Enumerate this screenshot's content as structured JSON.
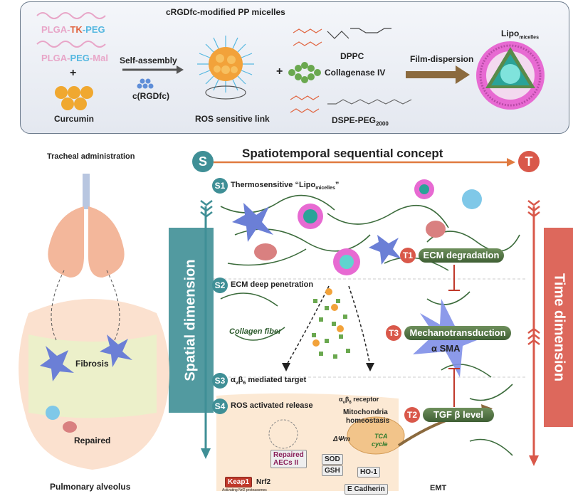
{
  "top_panel": {
    "polymer_1": {
      "a": "PLGA",
      "b": "TK",
      "c": "PEG"
    },
    "polymer_2": {
      "a": "PLGA",
      "b": "PEG",
      "c": "Mal"
    },
    "plus": "+",
    "curcumin": "Curcumin",
    "self_assembly": "Self-assembly",
    "peptide": "c(RGDfc)",
    "micelles_title": "cRGDfc-modified PP micelles",
    "ros_link": "ROS sensitive link",
    "dppc": "DPPC",
    "collagenase": "Collagenase IV",
    "dspe": "DSPE-PEG",
    "dspe_sub": "2000",
    "film_dispersion": "Film-dispersion",
    "lipo": "Lipo",
    "lipo_sub": "micelles",
    "plus2": "+"
  },
  "concept": {
    "s_badge": "S",
    "t_badge": "T",
    "title": "Spatiotemporal sequential concept",
    "spatial": "Spatial dimension",
    "time": "Time dimension"
  },
  "left": {
    "tracheal": "Tracheal administration",
    "fibrosis": "Fibrosis",
    "repaired": "Repaired",
    "alveolus": "Pulmonary alveolus"
  },
  "steps": {
    "s1_badge": "S1",
    "s1_label": "Thermosensitive “Lipo",
    "s1_sub": "micelles",
    "s1_end": "”",
    "s2_badge": "S2",
    "s2_label": "ECM deep penetration",
    "collagen": "Collagen fiber",
    "s3_badge": "S3",
    "s3_a": "α",
    "s3_v": "v",
    "s3_b": "β",
    "s3_6": "6",
    "s3_label": " mediated target",
    "receptor_a": "α",
    "receptor_v": "v",
    "receptor_b": "β",
    "receptor_6": "6",
    "receptor_label": " receptor",
    "s4_badge": "S4",
    "s4_label": "ROS activated release",
    "t1_badge": "T1",
    "t1_label": "ECM degradation",
    "t3_badge": "T3",
    "t3_label": "Mechanotransduction",
    "asma": "α SMA",
    "t2_badge": "T2",
    "t2_label": "TGF β level"
  },
  "pathway": {
    "mito": "Mitochondria",
    "homeostasis": "homeostasis",
    "delta_psi": "ΔΨm",
    "tca": "TCA",
    "cycle": "cycle",
    "repaired_aec": "Repaired",
    "aec": "AECs II",
    "sod": "SOD",
    "gsh": "GSH",
    "ho1": "HO-1",
    "keap1": "Keap1",
    "nrf2": "Nrf2",
    "activating": "Activating Nrf2 proteasomes",
    "ecadherin": "E Cadherin",
    "emt": "EMT"
  },
  "colors": {
    "teal": "#3f8f96",
    "coral": "#d9584a",
    "pink": "#e8a6c8",
    "tk": "#e1643f",
    "peg": "#57b8e0",
    "green_pill": "#4f7344",
    "fiber": "#3b6b3b"
  }
}
